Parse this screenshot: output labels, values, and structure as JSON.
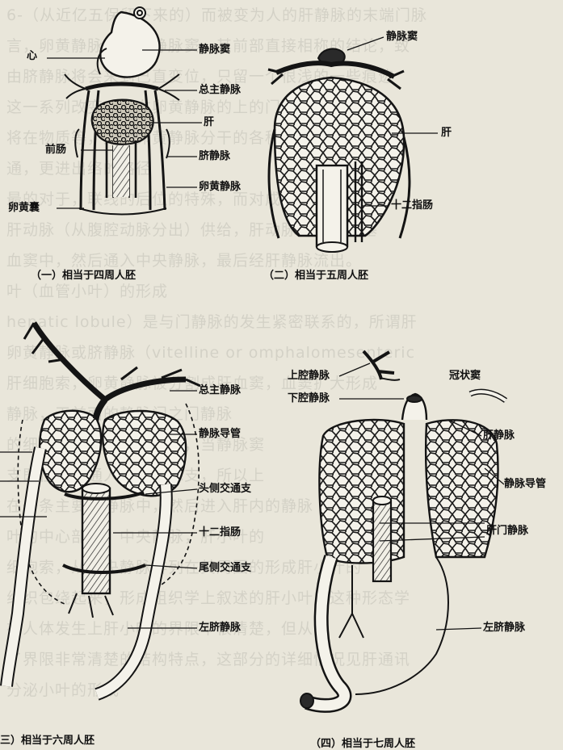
{
  "background_text": [
    "6-（从近亿五保留下来的）而被变为人的肝静脉的末端门脉",
    "言，卵黄静脉则多至静脉窦，其前部直接相称的结论，致",
    "由脐静脉将会来到已直变位，只留一个很浅的一些痕迹",
    "这一系列改变，脉右卵黄静脉的上的门静脉以上变",
    "将在物质等，此为卵黄静脉分干的各种比于此于心上",
    "通，更进出络的路径",
    "最的对于，联线的后位的特殊，而对成肝，以后",
    "肝动脉（从腹腔动脉分出）供给，肝动脉容入肝的基",
    "血窦中，然后通入中央静脉，最后经肝静脉流出。",
    "叶（血管小叶）的形成",
    "hepatic lobule）是与门静脉的发生紧密联系的，所谓肝",
    "卵黄静脉或脐静脉（vitelline or omphalomesenteric",
    "肝细胞索，卵黄静脉被分割成肝血窦，血窦扩大形成",
    "静脉，干前面的静脉门之门静脉",
    "的细血管窦之间的肝细胞，当静脉窦",
    "支既在肝内通人肝的静脉支，所以上",
    "在一条主要的静脉中，然后进入肝内的静脉",
    "叶的中心部分，中央静脉，肝小叶的",
    "细胞索，从中央静脉排列在其周围的形成肝小叶的",
    "组织包绕起来，形成组织学上叙述的肝小叶，这种形态学",
    "在人体发生上肝小叶的界限不很清楚，但从",
    "了界限非常清楚的结构特点，这部分的详细情况见肝通讯",
    "分泌小叶的形成"
  ],
  "panels": [
    {
      "id": "panel-1",
      "caption": "（一）相当于四周人胚",
      "labels": [
        "心",
        "静脉窦",
        "总主静脉",
        "肝",
        "前肠",
        "脐静脉",
        "卵黄静脉",
        "卵黄囊"
      ]
    },
    {
      "id": "panel-2",
      "caption": "（二）相当于五周人胚",
      "labels": [
        "静脉窦",
        "肝",
        "十二指肠"
      ]
    },
    {
      "id": "panel-3",
      "caption": "三）相当于六周人胚",
      "labels": [
        "总主静脉",
        "静脉导管",
        "头侧交通支",
        "十二指肠",
        "尾侧交通支",
        "左脐静脉"
      ]
    },
    {
      "id": "panel-4",
      "caption": "（四）相当于七周人胚",
      "labels": [
        "上腔静脉",
        "冠状窦",
        "下腔静脉",
        "肝静脉",
        "静脉导管",
        "肝门静脉",
        "左脐静脉"
      ]
    }
  ]
}
